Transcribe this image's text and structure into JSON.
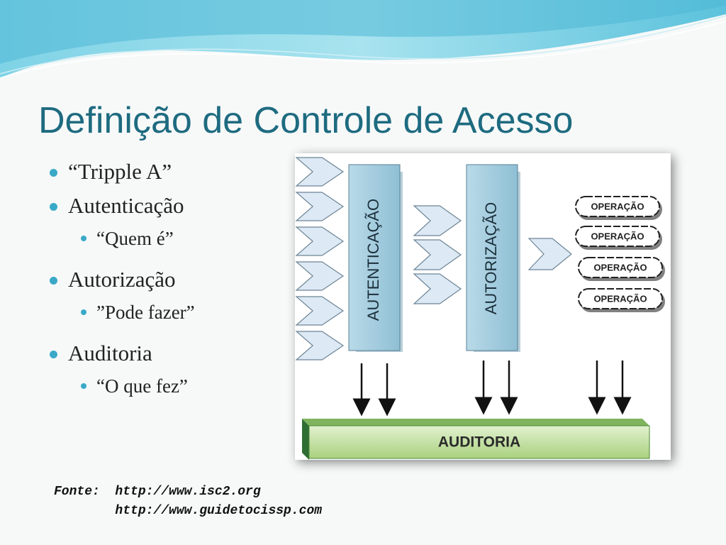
{
  "slide": {
    "title": "Definição de Controle de Acesso",
    "bullets": [
      {
        "text": "“Tripple A”"
      },
      {
        "text": "Autenticação",
        "sub": "“Quem é”"
      },
      {
        "text": "Autorização",
        "sub": "”Pode fazer”"
      },
      {
        "text": "Auditoria",
        "sub": "“O que fez”"
      }
    ]
  },
  "diagram": {
    "authentication_label": "AUTENTICAÇÃO",
    "authorization_label": "AUTORIZAÇÃO",
    "operation_labels": [
      "OPERAÇÃO",
      "OPERAÇÃO",
      "OPERAÇÃO",
      "OPERAÇÃO"
    ],
    "audit_label": "AUDITORIA",
    "colors": {
      "column_fill": "#a9cfe0",
      "arrow_fill": "#dde9f4",
      "audit_top": "#c7e2a6",
      "audit_side": "#2f6e32"
    }
  },
  "source": {
    "label": "Fonte:",
    "links": [
      "http://www.isc2.org",
      "http://www.guidetocissp.com"
    ]
  }
}
